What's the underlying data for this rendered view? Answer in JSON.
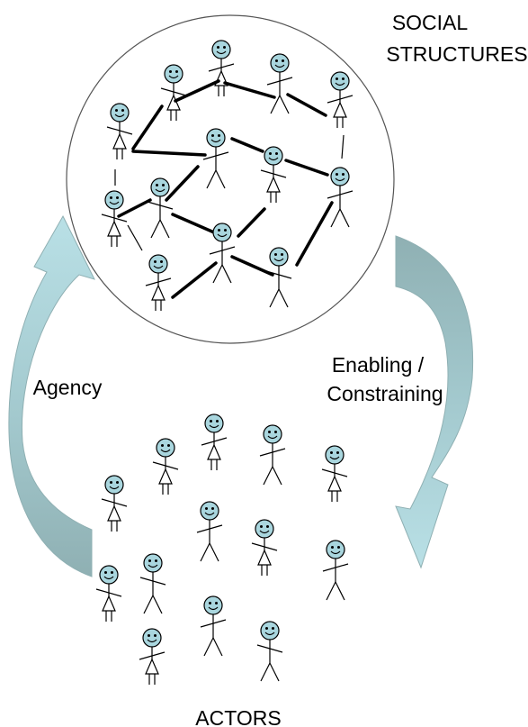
{
  "labels": {
    "social_line1": "SOCIAL",
    "social_line2": "STRUCTURES",
    "agency": "Agency",
    "enabling_line1": "Enabling /",
    "enabling_line2": "Constraining",
    "actors": "ACTORS"
  },
  "colors": {
    "face": "#a9d6de",
    "arrow_light": "#b9e0e6",
    "arrow_dark": "#8fb0b3",
    "stroke": "#000000"
  }
}
